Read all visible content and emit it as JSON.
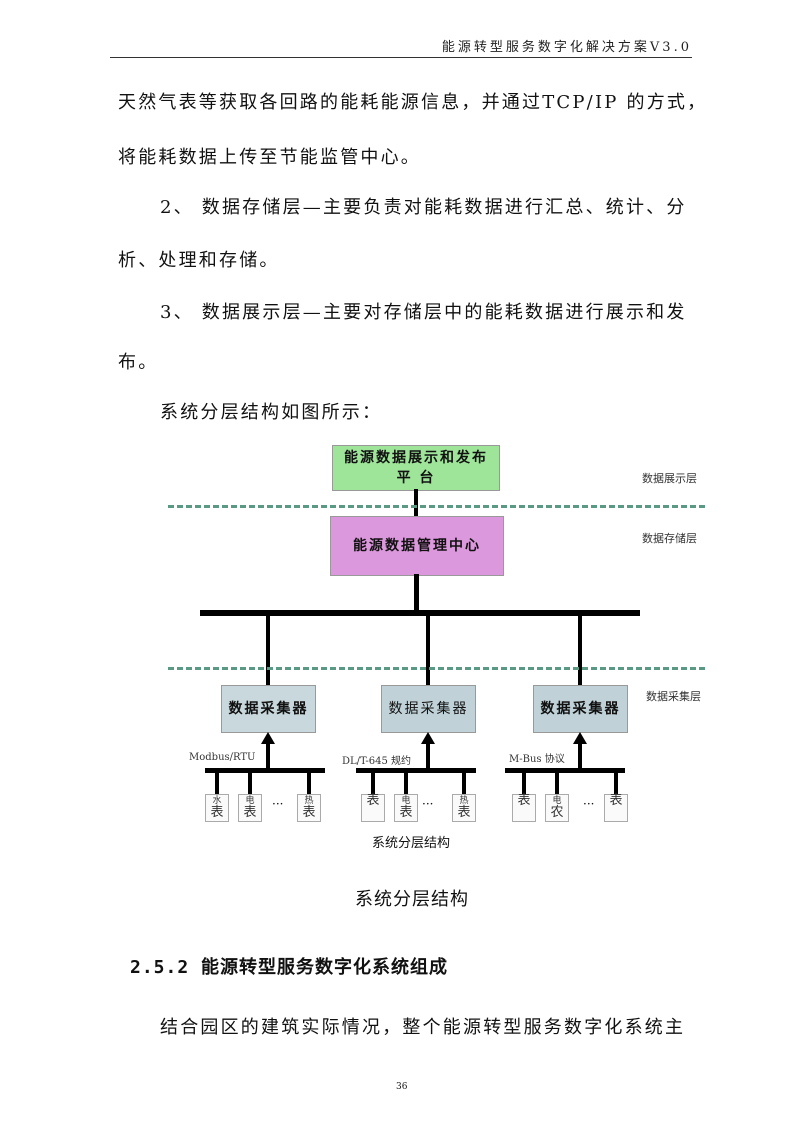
{
  "header": {
    "title": "能源转型服务数字化解决方案V3.0"
  },
  "body": {
    "line1": "天然气表等获取各回路的能耗能源信息，并通过TCP/IP 的方式，",
    "line2": "将能耗数据上传至节能监管中心。",
    "line3": "2、 数据存储层—主要负责对能耗数据进行汇总、统计、分",
    "line4": "析、处理和存储。",
    "line5": "3、 数据展示层—主要对存储层中的能耗数据进行展示和发",
    "line6": "布。",
    "line7": "系统分层结构如图所示："
  },
  "diagram": {
    "display_box": "能源数据展示和发布平 台",
    "display_box_l1": "能源数据展示和发布",
    "display_box_l2": "平 台",
    "mgmt_box": "能源数据管理中心",
    "layer_display": "数据展示层",
    "layer_storage": "数据存储层",
    "layer_collect": "数据采集层",
    "collectors": [
      "数据采集器",
      "数据采集器",
      "数据采集器"
    ],
    "protocols": [
      "Modbus/RTU",
      "DL/T-645 规约",
      "M-Bus 协议"
    ],
    "meters": [
      [
        "水",
        "表"
      ],
      [
        "电",
        "表"
      ],
      [
        "热",
        "表"
      ],
      [
        "",
        "表"
      ],
      [
        "电",
        "表"
      ],
      [
        "热",
        "表"
      ],
      [
        "",
        "表"
      ],
      [
        "电",
        "农"
      ],
      [
        "",
        "表"
      ]
    ],
    "ellipsis": "···",
    "caption": "系统分层结构"
  },
  "figure_caption": "系统分层结构",
  "section_heading": "2.5.2 能源转型服务数字化系统组成",
  "last_line": "结合园区的建筑实际情况，整个能源转型服务数字化系统主",
  "page_number": "36"
}
